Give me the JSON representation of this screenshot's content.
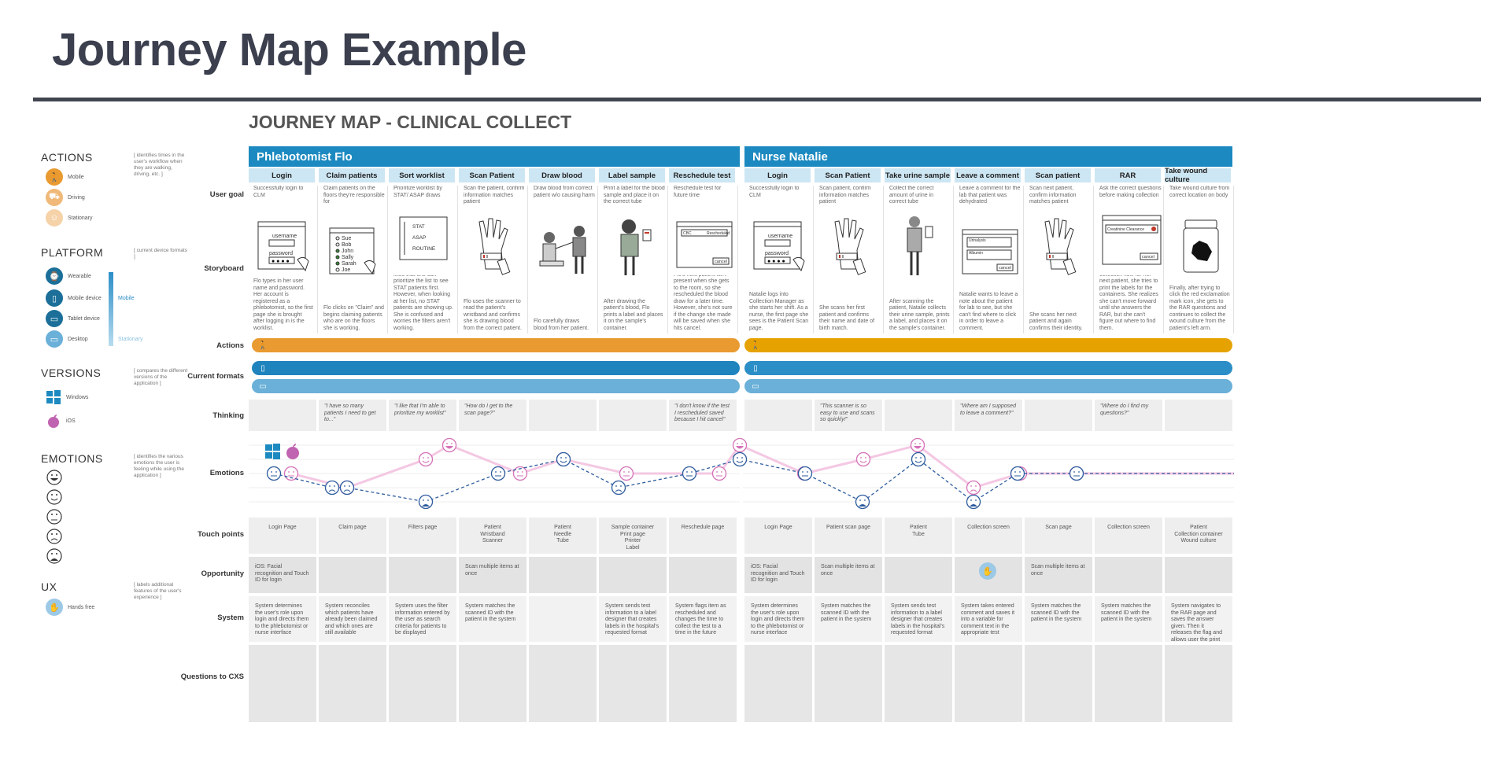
{
  "slide": {
    "title": "Journey Map Example"
  },
  "map": {
    "title": "JOURNEY MAP - CLINICAL COLLECT"
  },
  "colors": {
    "blue": "#1c8ac0",
    "light_blue": "#cde6f3",
    "orange": "#e99a30",
    "gold": "#e6a200",
    "teal": "#2b8ec7",
    "sky": "#6ab0d8",
    "pink": "#e98fc9",
    "navy": "#2e5c9e"
  },
  "legend": {
    "actions": {
      "heading": "ACTIONS",
      "note": "[ identifies times in the user's workflow when they are walking, driving, etc. ]",
      "items": [
        {
          "icon": "walking-icon",
          "label": "Mobile",
          "color": "#e99a30"
        },
        {
          "icon": "truck-icon",
          "label": "Driving",
          "color": "#f0b979"
        },
        {
          "icon": "person-icon",
          "label": "Stationary",
          "color": "#f5d2a8"
        }
      ]
    },
    "platform": {
      "heading": "PLATFORM",
      "note": "[ current device formats ]",
      "items": [
        {
          "icon": "watch-icon",
          "label": "Wearable",
          "color": "#1b6f99"
        },
        {
          "icon": "phone-icon",
          "label": "Mobile device",
          "color": "#1b6f99"
        },
        {
          "icon": "tablet-icon",
          "label": "Tablet device",
          "color": "#1b6f99"
        },
        {
          "icon": "desktop-icon",
          "label": "Desktop",
          "color": "#6ab0d8"
        }
      ],
      "scale": {
        "top": "Mobile",
        "bottom": "Stationary"
      }
    },
    "versions": {
      "heading": "VERSIONS",
      "note": "[ compares the different versions of the application ]",
      "items": [
        {
          "icon": "windows-icon",
          "label": "Windows"
        },
        {
          "icon": "apple-icon",
          "label": "iOS"
        }
      ]
    },
    "emotions": {
      "heading": "EMOTIONS",
      "note": "[ identifies the various emotions the user is feeling while using the application ]"
    },
    "ux": {
      "heading": "UX",
      "note": "[ labels additional features of the user's experience ]",
      "items": [
        {
          "icon": "hands-free-icon",
          "label": "Hands free"
        }
      ]
    }
  },
  "rows": {
    "user_goal": "User goal",
    "storyboard": "Storyboard",
    "actions": "Actions",
    "current_formats": "Current formats",
    "thinking": "Thinking",
    "emotions": "Emotions",
    "touch_points": "Touch points",
    "opportunity": "Opportunity",
    "system": "System",
    "questions": "Questions to CXS"
  },
  "personas": [
    {
      "name": "Phlebotomist Flo",
      "stages": [
        {
          "name": "Login",
          "goal": "Successfully login to CLM",
          "story": "Flo types in her user name and password. Her account is registered as a phlebotomist, so the first page she is brought after logging in is the worklist.",
          "thinking": "",
          "touch": "Login Page",
          "opp": "iOS: Facial recognition and Touch ID for login",
          "sys": "System determines the user's role upon login and directs them to the phlebotomist or nurse interface"
        },
        {
          "name": "Claim patients",
          "goal": "Claim patients on the floors they're responsible for",
          "story": "Flo clicks on \"Claim\" and begins claiming patients who are on the floors she is working.",
          "thinking": "\"I have so many patients I need to get to...\"",
          "touch": "Claim page",
          "opp": "",
          "sys": "System reconciles which patients have already been claimed and which ones are still available"
        },
        {
          "name": "Sort worklist",
          "goal": "Prioritize worklist by STAT/ ASAP draws",
          "story": "To prioritize her list, Flo selects \"Filters\". She likes that she can prioritize the list to see STAT patients first. However, when looking at her list, no STAT patients are showing up. She is confused and worries the filters aren't working.",
          "thinking": "\"I like that I'm able to prioritize my worklist\"",
          "touch": "Filters page",
          "opp": "",
          "sys": "System uses the filter information entered by the user as search criteria for patients to be displayed"
        },
        {
          "name": "Scan Patient",
          "goal": "Scan the patient, confirm information matches patient",
          "story": "Flo uses the scanner to read the patient's wristband and confirms she is drawing blood from the correct patient.",
          "thinking": "\"How do I get to the scan page?\"",
          "touch": "Patient\nWristband\nScanner",
          "opp": "Scan multiple items at once",
          "sys": "System matches the scanned ID with the patient in the system"
        },
        {
          "name": "Draw blood",
          "goal": "Draw blood from correct patient w/o causing harm",
          "story": "Flo carefully draws blood from her patient.",
          "thinking": "",
          "touch": "Patient\nNeedle\nTube",
          "opp": "",
          "sys": ""
        },
        {
          "name": "Label sample",
          "goal": "Print a label for the blood sample and place it on the correct tube",
          "story": "After drawing the patient's blood, Flo prints a label and places it on the sample's container.",
          "thinking": "",
          "touch": "Sample container\nPrint page\nPrinter\nLabel",
          "opp": "",
          "sys": "System sends test information to a label designer that creates labels in the hospital's requested format"
        },
        {
          "name": "Reschedule test",
          "goal": "Reschedule test for future time",
          "story": "Flo's next patient isn't present when she gets to the room, so she rescheduled the blood draw for a later time. However, she's not sure if the change she made will be saved when she hits cancel.",
          "thinking": "\"I don't know if the test I rescheduled saved because I hit cancel\"",
          "touch": "Reschedule page",
          "opp": "",
          "sys": "System flags item as rescheduled and changes the time to collect the test to a time in the future"
        }
      ]
    },
    {
      "name": "Nurse Natalie",
      "stages": [
        {
          "name": "Login",
          "goal": "Successfully login to CLM",
          "story": "Natalie logs into Collection Manager as she starts her shift. As a nurse, the first page she sees is the Patient Scan page.",
          "thinking": "",
          "touch": "Login Page",
          "opp": "iOS: Facial recognition and Touch ID for login",
          "sys": "System determines the user's role upon login and directs them to the phlebotomist or nurse interface"
        },
        {
          "name": "Scan Patient",
          "goal": "Scan patient, confirm information matches patient",
          "story": "She scans her first patient and confirms their name and date of birth match.",
          "thinking": "\"This scanner is so easy to use and scans so quickly!\"",
          "touch": "Patient scan page",
          "opp": "Scan multiple items at once",
          "sys": "System matches the scanned ID with the patient in the system"
        },
        {
          "name": "Take urine sample",
          "goal": "Collect the correct amount of urine in correct tube",
          "story": "After scanning the patient, Natalie collects their urine sample, prints a label, and places it on the sample's container.",
          "thinking": "",
          "touch": "Patient\nTube",
          "opp": "",
          "sys": "System sends test information to a label designer that creates labels in the hospital's requested format"
        },
        {
          "name": "Leave a comment",
          "goal": "Leave a comment for the lab that patient was dehydrated",
          "story": "Natalie wants to leave a note about the patient for lab to see, but she can't find where to click in order to leave a comment.",
          "thinking": "\"Where am I supposed to leave a comment?\"",
          "touch": "Collection screen",
          "opp": "",
          "sys": "System takes entered comment and saves it into a variable for comment text in the appropriate test"
        },
        {
          "name": "Scan patient",
          "goal": "Scan next patient, confirm information matches patient",
          "story": "She scans her next patient and again confirms their identity.",
          "thinking": "",
          "touch": "Scan page",
          "opp": "Scan multiple items at once",
          "sys": "System matches the scanned ID with the patient in the system"
        },
        {
          "name": "RAR",
          "goal": "Ask the correct questions before making collection",
          "story": "After beginning the collection flow for her next patient, she tries to print the labels for the containers. She realizes she can't move forward until she answers the RAR, but she can't figure out where to find them.",
          "thinking": "\"Where do I find my questions?\"",
          "touch": "Collection screen",
          "opp": "",
          "sys": "System matches the scanned ID with the patient in the system"
        },
        {
          "name": "Take wound culture",
          "goal": "Take wound culture from correct location on body",
          "story": "Finally, after trying to click the red exclamation mark icon, she gets to the RAR questions and continues to collect the wound culture from the patient's left arm.",
          "thinking": "",
          "touch": "Patient\nCollection container\nWound culture",
          "opp": "",
          "sys": "System navigates to the RAR page and saves the answer given. Then it releases the flag and allows user the print"
        }
      ]
    }
  ],
  "storyboard_text": {
    "username": "username",
    "password": "password",
    "list": [
      "Sue",
      "Bob",
      "John",
      "Sally",
      "Sarah",
      "Joe"
    ],
    "priorities": [
      "STAT",
      "ASAP",
      "ROUTINE"
    ],
    "cbc": "CBC",
    "rescheduled": "Rescheduled",
    "cancel": "cancel",
    "urinalysis": "Urinalysis",
    "albumin": "Albumin",
    "creatinine": "Creatinine Clearance"
  },
  "emotions": {
    "windows": [
      3,
      2,
      2,
      1,
      3,
      4,
      2,
      3,
      4,
      3,
      1,
      4,
      1,
      3,
      3
    ],
    "ios": [
      3,
      2,
      4,
      5,
      3,
      4,
      3,
      3,
      5,
      3,
      4,
      5,
      2,
      3,
      3
    ]
  }
}
